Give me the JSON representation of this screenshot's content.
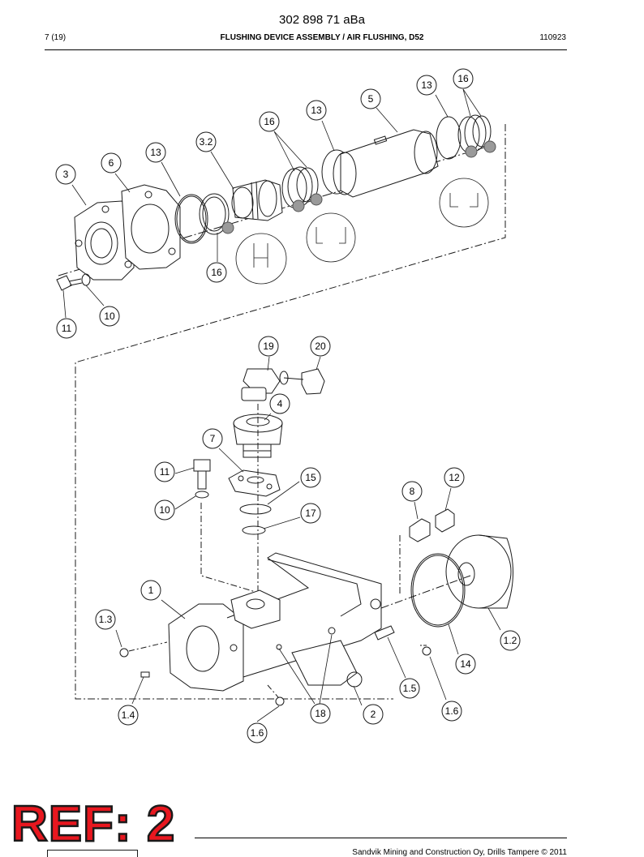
{
  "header": {
    "doc_number": "302 898 71 aBa",
    "page": "7 (19)",
    "title": "FLUSHING DEVICE ASSEMBLY / AIR FLUSHING, D52",
    "date_code": "110923"
  },
  "footer": {
    "copyright": "Sandvik Mining and Construction Oy, Drills Tampere © 2011",
    "stamp": "REF: 2"
  },
  "callouts": [
    {
      "label": "16"
    },
    {
      "label": "13"
    },
    {
      "label": "5"
    },
    {
      "label": "13"
    },
    {
      "label": "16"
    },
    {
      "label": "3.2"
    },
    {
      "label": "13"
    },
    {
      "label": "6"
    },
    {
      "label": "3"
    },
    {
      "label": "16"
    },
    {
      "label": "10"
    },
    {
      "label": "11"
    },
    {
      "label": "19"
    },
    {
      "label": "20"
    },
    {
      "label": "4"
    },
    {
      "label": "7"
    },
    {
      "label": "11"
    },
    {
      "label": "15"
    },
    {
      "label": "10"
    },
    {
      "label": "17"
    },
    {
      "label": "12"
    },
    {
      "label": "8"
    },
    {
      "label": "1"
    },
    {
      "label": "1.3"
    },
    {
      "label": "1.2"
    },
    {
      "label": "14"
    },
    {
      "label": "1.5"
    },
    {
      "label": "1.6"
    },
    {
      "label": "1.4"
    },
    {
      "label": "18"
    },
    {
      "label": "2"
    },
    {
      "label": "1.6"
    }
  ]
}
